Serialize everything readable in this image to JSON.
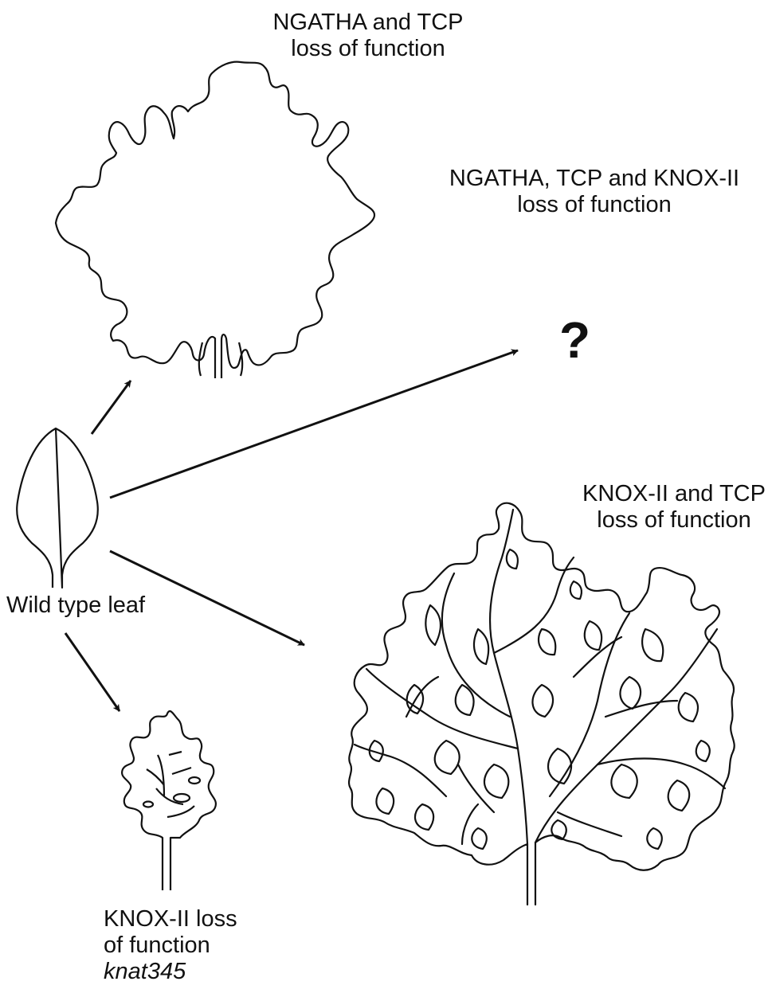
{
  "labels": {
    "ngatha_tcp": [
      "NGATHA and TCP",
      "loss of function"
    ],
    "ngatha_tcp_knox": [
      "NGATHA, TCP and KNOX-II",
      "loss of function"
    ],
    "unknown": "?",
    "wild_type": "Wild type leaf",
    "knox_tcp": [
      "KNOX-II and TCP",
      "loss of function"
    ],
    "knox": [
      "KNOX-II loss",
      "of function"
    ],
    "knox_allele": "knat345"
  },
  "colors": {
    "stroke": "#111111",
    "background": "#ffffff"
  }
}
